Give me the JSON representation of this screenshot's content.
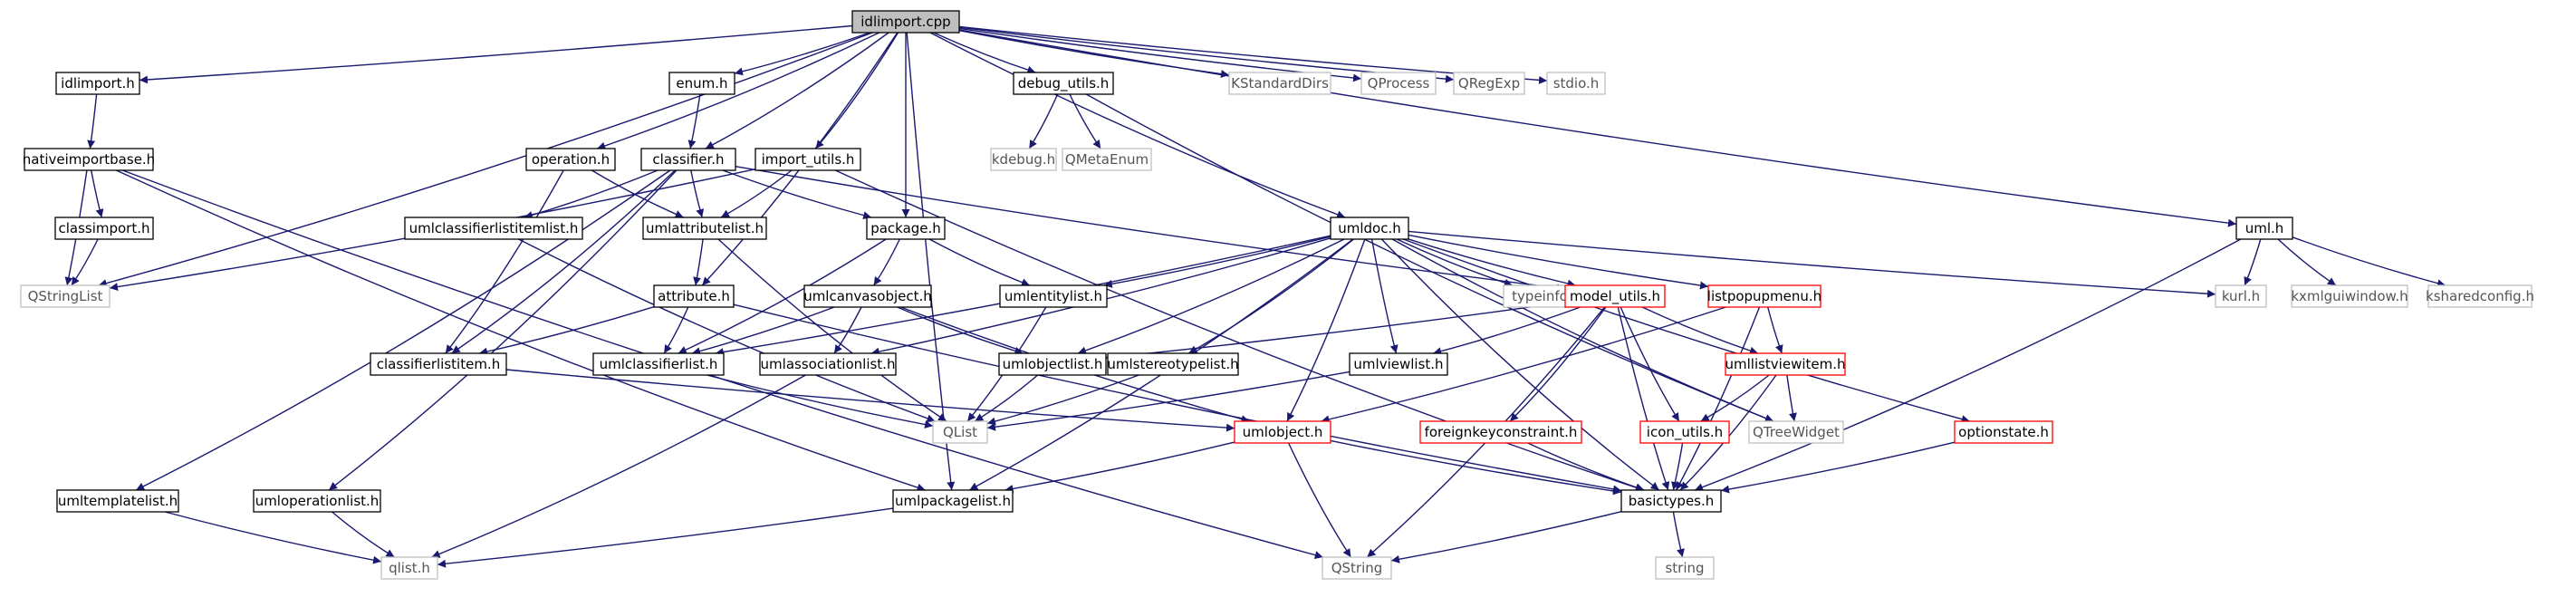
{
  "graph": {
    "root": "idlimport.cpp",
    "colors": {
      "edge": "#191970",
      "box_normal": "#000000",
      "box_external": "#bfbfbf",
      "box_truncated": "#ff0000",
      "root_fill": "#bfbfbf",
      "text": "#000000",
      "text_external": "#555555"
    },
    "nodes": [
      {
        "id": "idlimport_cpp",
        "label": "idlimport.cpp",
        "kind": "root"
      },
      {
        "id": "idlimport_h",
        "label": "idlimport.h",
        "kind": "normal"
      },
      {
        "id": "enum_h",
        "label": "enum.h",
        "kind": "normal"
      },
      {
        "id": "debug_utils_h",
        "label": "debug_utils.h",
        "kind": "normal"
      },
      {
        "id": "kstandarddirs",
        "label": "KStandardDirs",
        "kind": "external"
      },
      {
        "id": "qprocess",
        "label": "QProcess",
        "kind": "external"
      },
      {
        "id": "qregexp",
        "label": "QRegExp",
        "kind": "external"
      },
      {
        "id": "stdio_h",
        "label": "stdio.h",
        "kind": "external"
      },
      {
        "id": "nativeimportbase_h",
        "label": "nativeimportbase.h",
        "kind": "normal"
      },
      {
        "id": "operation_h",
        "label": "operation.h",
        "kind": "normal"
      },
      {
        "id": "classifier_h",
        "label": "classifier.h",
        "kind": "normal"
      },
      {
        "id": "import_utils_h",
        "label": "import_utils.h",
        "kind": "normal"
      },
      {
        "id": "kdebug_h",
        "label": "kdebug.h",
        "kind": "external"
      },
      {
        "id": "qmetaenum",
        "label": "QMetaEnum",
        "kind": "external"
      },
      {
        "id": "classimport_h",
        "label": "classimport.h",
        "kind": "normal"
      },
      {
        "id": "umlclassifierlistitemlist_h",
        "label": "umlclassifierlistitemlist.h",
        "kind": "normal"
      },
      {
        "id": "umlattributelist_h",
        "label": "umlattributelist.h",
        "kind": "normal"
      },
      {
        "id": "package_h",
        "label": "package.h",
        "kind": "normal"
      },
      {
        "id": "umldoc_h",
        "label": "umldoc.h",
        "kind": "normal"
      },
      {
        "id": "uml_h",
        "label": "uml.h",
        "kind": "normal"
      },
      {
        "id": "qstringlist",
        "label": "QStringList",
        "kind": "external"
      },
      {
        "id": "attribute_h",
        "label": "attribute.h",
        "kind": "normal"
      },
      {
        "id": "umlcanvasobject_h",
        "label": "umlcanvasobject.h",
        "kind": "normal"
      },
      {
        "id": "umlentitylist_h",
        "label": "umlentitylist.h",
        "kind": "normal"
      },
      {
        "id": "typeinfo",
        "label": "typeinfo",
        "kind": "external"
      },
      {
        "id": "model_utils_h",
        "label": "model_utils.h",
        "kind": "truncated"
      },
      {
        "id": "listpopupmenu_h",
        "label": "listpopupmenu.h",
        "kind": "truncated"
      },
      {
        "id": "kurl_h",
        "label": "kurl.h",
        "kind": "external"
      },
      {
        "id": "kxmlguiwindow_h",
        "label": "kxmlguiwindow.h",
        "kind": "external"
      },
      {
        "id": "ksharedconfig_h",
        "label": "ksharedconfig.h",
        "kind": "external"
      },
      {
        "id": "classifierlistitem_h",
        "label": "classifierlistitem.h",
        "kind": "normal"
      },
      {
        "id": "umlclassifierlist_h",
        "label": "umlclassifierlist.h",
        "kind": "normal"
      },
      {
        "id": "umlassociationlist_h",
        "label": "umlassociationlist.h",
        "kind": "normal"
      },
      {
        "id": "umlobjectlist_h",
        "label": "umlobjectlist.h",
        "kind": "normal"
      },
      {
        "id": "umlstereotypelist_h",
        "label": "umlstereotypelist.h",
        "kind": "normal"
      },
      {
        "id": "umlviewlist_h",
        "label": "umlviewlist.h",
        "kind": "normal"
      },
      {
        "id": "umllistviewitem_h",
        "label": "umllistviewitem.h",
        "kind": "truncated"
      },
      {
        "id": "qlist",
        "label": "QList",
        "kind": "external"
      },
      {
        "id": "umlobject_h",
        "label": "umlobject.h",
        "kind": "truncated"
      },
      {
        "id": "foreignkeyconstraint_h",
        "label": "foreignkeyconstraint.h",
        "kind": "truncated"
      },
      {
        "id": "icon_utils_h",
        "label": "icon_utils.h",
        "kind": "truncated"
      },
      {
        "id": "qtreewidget",
        "label": "QTreeWidget",
        "kind": "external"
      },
      {
        "id": "optionstate_h",
        "label": "optionstate.h",
        "kind": "truncated"
      },
      {
        "id": "umltemplatelist_h",
        "label": "umltemplatelist.h",
        "kind": "normal"
      },
      {
        "id": "umloperationlist_h",
        "label": "umloperationlist.h",
        "kind": "normal"
      },
      {
        "id": "umlpackagelist_h",
        "label": "umlpackagelist.h",
        "kind": "normal"
      },
      {
        "id": "basictypes_h",
        "label": "basictypes.h",
        "kind": "normal"
      },
      {
        "id": "qlist_h",
        "label": "qlist.h",
        "kind": "external"
      },
      {
        "id": "qstring",
        "label": "QString",
        "kind": "external"
      },
      {
        "id": "string",
        "label": "string",
        "kind": "external"
      }
    ],
    "edges": [
      [
        "idlimport_cpp",
        "idlimport_h"
      ],
      [
        "idlimport_cpp",
        "enum_h"
      ],
      [
        "idlimport_cpp",
        "debug_utils_h"
      ],
      [
        "idlimport_cpp",
        "kstandarddirs"
      ],
      [
        "idlimport_cpp",
        "qprocess"
      ],
      [
        "idlimport_cpp",
        "qregexp"
      ],
      [
        "idlimport_cpp",
        "stdio_h"
      ],
      [
        "idlimport_cpp",
        "operation_h"
      ],
      [
        "idlimport_cpp",
        "classifier_h"
      ],
      [
        "idlimport_cpp",
        "import_utils_h"
      ],
      [
        "idlimport_cpp",
        "package_h"
      ],
      [
        "idlimport_cpp",
        "umldoc_h"
      ],
      [
        "idlimport_cpp",
        "uml_h"
      ],
      [
        "idlimport_cpp",
        "qstringlist"
      ],
      [
        "idlimport_cpp",
        "attribute_h"
      ],
      [
        "idlimport_cpp",
        "umlpackagelist_h"
      ],
      [
        "idlimport_h",
        "nativeimportbase_h"
      ],
      [
        "nativeimportbase_h",
        "classimport_h"
      ],
      [
        "nativeimportbase_h",
        "qstringlist"
      ],
      [
        "nativeimportbase_h",
        "umlpackagelist_h"
      ],
      [
        "nativeimportbase_h",
        "qstring"
      ],
      [
        "classimport_h",
        "qstringlist"
      ],
      [
        "enum_h",
        "classifier_h"
      ],
      [
        "debug_utils_h",
        "kdebug_h"
      ],
      [
        "debug_utils_h",
        "qmetaenum"
      ],
      [
        "debug_utils_h",
        "qtreewidget"
      ],
      [
        "operation_h",
        "umlattributelist_h"
      ],
      [
        "operation_h",
        "classifierlistitem_h"
      ],
      [
        "classifier_h",
        "umlattributelist_h"
      ],
      [
        "classifier_h",
        "umlclassifierlistitemlist_h"
      ],
      [
        "classifier_h",
        "package_h"
      ],
      [
        "classifier_h",
        "umltemplatelist_h"
      ],
      [
        "classifier_h",
        "umloperationlist_h"
      ],
      [
        "classifier_h",
        "classifierlistitem_h"
      ],
      [
        "classifier_h",
        "model_utils_h"
      ],
      [
        "import_utils_h",
        "umlattributelist_h"
      ],
      [
        "import_utils_h",
        "qstringlist"
      ],
      [
        "import_utils_h",
        "basictypes_h"
      ],
      [
        "umlclassifierlistitemlist_h",
        "qlist"
      ],
      [
        "umlattributelist_h",
        "attribute_h"
      ],
      [
        "umlattributelist_h",
        "qlist"
      ],
      [
        "package_h",
        "umlcanvasobject_h"
      ],
      [
        "package_h",
        "umlentitylist_h"
      ],
      [
        "package_h",
        "umlclassifierlist_h"
      ],
      [
        "attribute_h",
        "classifierlistitem_h"
      ],
      [
        "attribute_h",
        "umlclassifierlist_h"
      ],
      [
        "attribute_h",
        "basictypes_h"
      ],
      [
        "classifierlistitem_h",
        "umlobject_h"
      ],
      [
        "umlcanvasobject_h",
        "umlclassifierlist_h"
      ],
      [
        "umlcanvasobject_h",
        "umlassociationlist_h"
      ],
      [
        "umlcanvasobject_h",
        "umlobjectlist_h"
      ],
      [
        "umlcanvasobject_h",
        "umlobject_h"
      ],
      [
        "umlclassifierlist_h",
        "qlist"
      ],
      [
        "umlassociationlist_h",
        "qlist_h"
      ],
      [
        "umldoc_h",
        "umlclassifierlist_h"
      ],
      [
        "umldoc_h",
        "umlassociationlist_h"
      ],
      [
        "umldoc_h",
        "umlentitylist_h"
      ],
      [
        "umldoc_h",
        "umlobjectlist_h"
      ],
      [
        "umldoc_h",
        "umlstereotypelist_h"
      ],
      [
        "umldoc_h",
        "umlviewlist_h"
      ],
      [
        "umldoc_h",
        "typeinfo"
      ],
      [
        "umldoc_h",
        "model_utils_h"
      ],
      [
        "umldoc_h",
        "listpopupmenu_h"
      ],
      [
        "umldoc_h",
        "kurl_h"
      ],
      [
        "umldoc_h",
        "umlpackagelist_h"
      ],
      [
        "umldoc_h",
        "optionstate_h"
      ],
      [
        "umldoc_h",
        "basictypes_h"
      ],
      [
        "umldoc_h",
        "umlobject_h"
      ],
      [
        "umldoc_h",
        "qtreewidget"
      ],
      [
        "umlentitylist_h",
        "qlist"
      ],
      [
        "umlobjectlist_h",
        "qlist"
      ],
      [
        "umlstereotypelist_h",
        "qlist"
      ],
      [
        "umlviewlist_h",
        "qlist"
      ],
      [
        "model_utils_h",
        "umlobjectlist_h"
      ],
      [
        "model_utils_h",
        "umlviewlist_h"
      ],
      [
        "model_utils_h",
        "umllistviewitem_h"
      ],
      [
        "model_utils_h",
        "foreignkeyconstraint_h"
      ],
      [
        "model_utils_h",
        "icon_utils_h"
      ],
      [
        "model_utils_h",
        "basictypes_h"
      ],
      [
        "model_utils_h",
        "qstring"
      ],
      [
        "listpopupmenu_h",
        "umllistviewitem_h"
      ],
      [
        "listpopupmenu_h",
        "umlobject_h"
      ],
      [
        "listpopupmenu_h",
        "basictypes_h"
      ],
      [
        "umllistviewitem_h",
        "icon_utils_h"
      ],
      [
        "umllistviewitem_h",
        "qtreewidget"
      ],
      [
        "umllistviewitem_h",
        "basictypes_h"
      ],
      [
        "umlobject_h",
        "umlpackagelist_h"
      ],
      [
        "umlobject_h",
        "basictypes_h"
      ],
      [
        "umlobject_h",
        "qstring"
      ],
      [
        "foreignkeyconstraint_h",
        "basictypes_h"
      ],
      [
        "icon_utils_h",
        "basictypes_h"
      ],
      [
        "optionstate_h",
        "basictypes_h"
      ],
      [
        "uml_h",
        "kurl_h"
      ],
      [
        "uml_h",
        "kxmlguiwindow_h"
      ],
      [
        "uml_h",
        "ksharedconfig_h"
      ],
      [
        "uml_h",
        "basictypes_h"
      ],
      [
        "umltemplatelist_h",
        "qlist_h"
      ],
      [
        "umloperationlist_h",
        "qlist_h"
      ],
      [
        "umlpackagelist_h",
        "qlist_h"
      ],
      [
        "basictypes_h",
        "qstring"
      ],
      [
        "basictypes_h",
        "string"
      ]
    ]
  }
}
